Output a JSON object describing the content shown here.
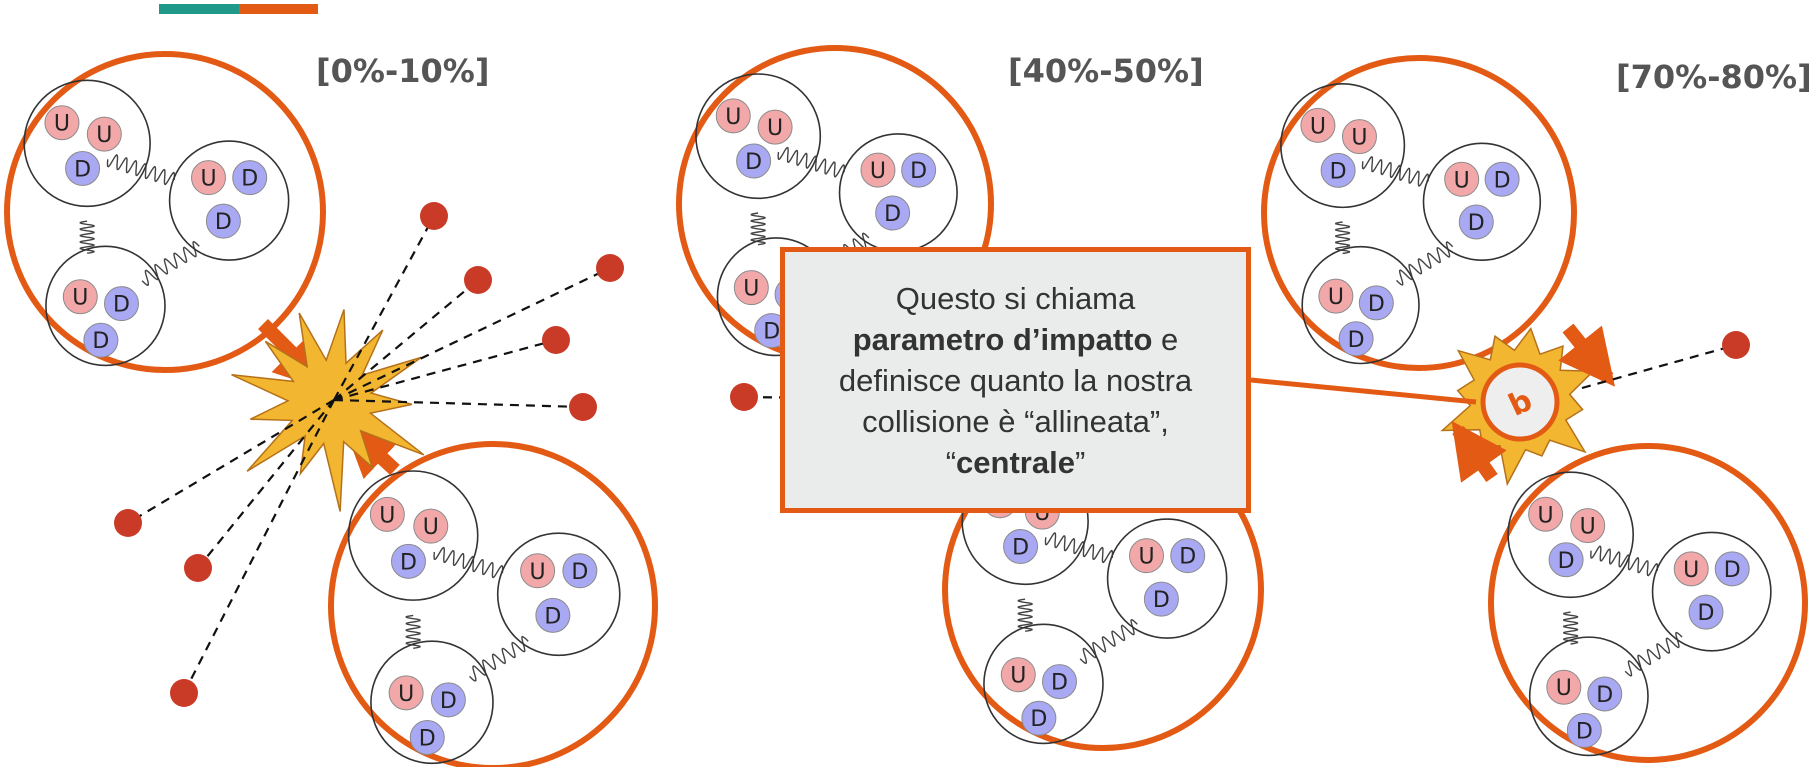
{
  "labels": {
    "central": "[0%-10%]",
    "mid": "[40%-50%]",
    "peripheral": "[70%-80%]"
  },
  "callout": {
    "line1": "Questo si chiama",
    "line2_bold": "parametro d’impatto",
    "line2_rest": " e",
    "line3": "definisce quanto la nostra",
    "line4": "collisione è “allineata”,",
    "line5_open": "“",
    "line5_bold": "centrale",
    "line5_close": "”"
  },
  "impact_label": "b",
  "quark_labels": {
    "up": "U",
    "down": "D"
  },
  "colors": {
    "accent_orange": "#e35a14",
    "accent_teal": "#1f9a8a",
    "up_quark": "#f2a8a8",
    "down_quark": "#a9a8f2",
    "particle": "#c93a27",
    "star": "#f3b630"
  }
}
